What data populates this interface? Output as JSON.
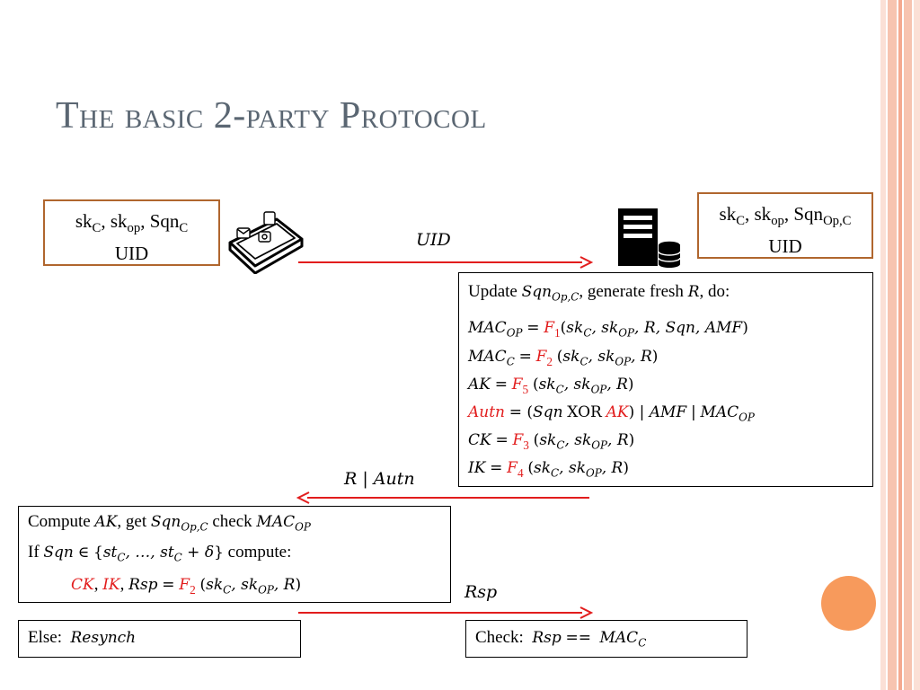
{
  "title": "The basic 2-party Protocol",
  "client_box": {
    "line1": "sk_C, sk_op, Sqn_C",
    "line2": "UID"
  },
  "server_box": {
    "line1": "sk_C, sk_op, Sqn_Op,C",
    "line2": "UID"
  },
  "messages": {
    "uid": "UID",
    "r_autn": "R | Autn",
    "rsp": "Rsp"
  },
  "server_compute": [
    "Update Sqn_Op,C, generate fresh R, do:",
    "MAC_OP = F1(sk_C, sk_OP, R, Sqn, AMF)",
    "MAC_C = F2 (sk_C, sk_OP, R)",
    "AK = F5 (sk_C, sk_OP, R)",
    "Autn = (Sqn XOR AK) | AMF | MAC_OP",
    "CK = F3 (sk_C, sk_OP, R)",
    "IK = F4 (sk_C, sk_OP, R)"
  ],
  "client_compute": [
    "Compute AK, get Sqn_Op,C check MAC_OP",
    "If Sqn ∈ {st_C, …, st_C + δ} compute:",
    "CK, IK, Rsp = F2 (sk_C, sk_OP, R)"
  ],
  "else_box": "Else: Resynch",
  "check_box": "Check: Rsp == MAC_C",
  "icons": [
    "smartphone-icon",
    "server-icon"
  ],
  "colors": {
    "title": "#5a6672",
    "arrow": "#e21d1d",
    "function": "#e21d1d",
    "box_border": "#b0662e",
    "accent_circle": "#f79a5c"
  }
}
